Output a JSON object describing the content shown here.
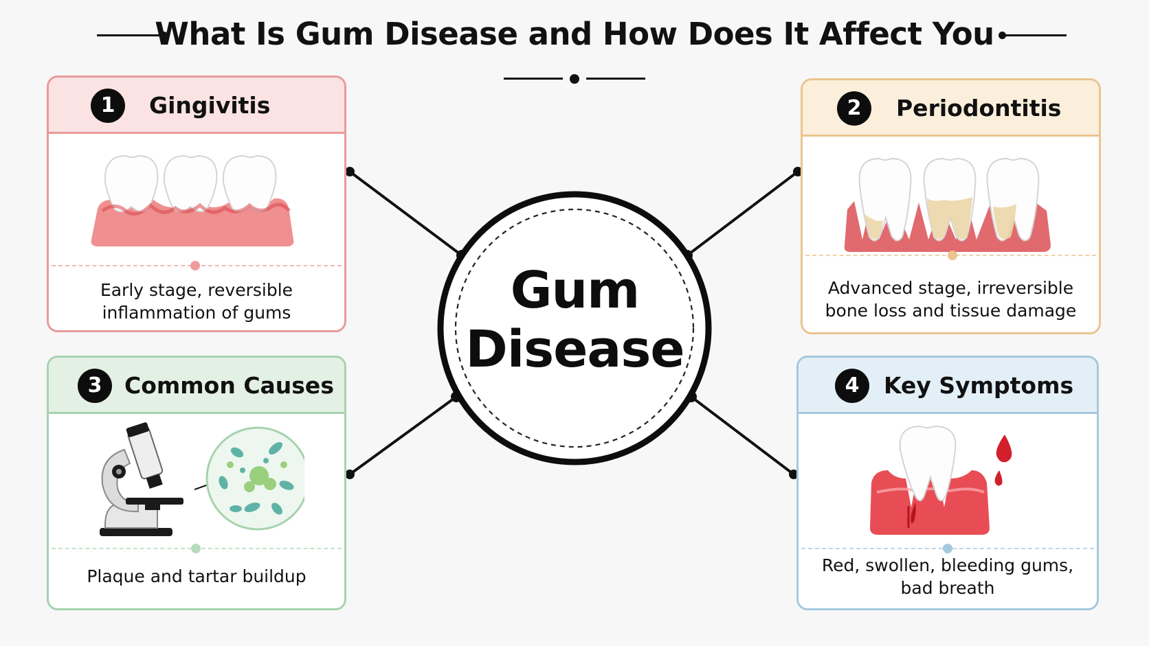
{
  "header": {
    "title": "What Is Gum Disease and How Does It Affect You"
  },
  "center": {
    "line1": "Gum",
    "line2": "Disease"
  },
  "cards": [
    {
      "number": "1",
      "title": "Gingivitis",
      "description_line1": "Early stage, reversible",
      "description_line2": "inflammation of gums",
      "accent": "#e89a9a",
      "header_bg": "#fbe3e3"
    },
    {
      "number": "2",
      "title": "Periodontitis",
      "description_line1": "Advanced stage, irreversible",
      "description_line2": "bone loss and tissue damage",
      "accent": "#ecc48f",
      "header_bg": "#fbefdc"
    },
    {
      "number": "3",
      "title": "Common Causes",
      "description_line1": "Plaque and tartar buildup",
      "description_line2": "",
      "accent": "#a6d3ae",
      "header_bg": "#e3f1e4"
    },
    {
      "number": "4",
      "title": "Key Symptoms",
      "description_line1": "Red, swollen, bleeding gums,",
      "description_line2": "bad breath",
      "accent": "#a4c9de",
      "header_bg": "#e3eff7"
    }
  ],
  "icons": {
    "card1": "teeth-gums-icon",
    "card2": "receding-gums-icon",
    "card3a": "microscope-icon",
    "card3b": "bacteria-icon",
    "card4": "bleeding-tooth-icon"
  },
  "colors": {
    "gum_pink": "#ef8f8f",
    "gum_red": "#d9454a",
    "tartar": "#ecd7a8",
    "bacteria_teal": "#5fb3a6",
    "blood": "#d1202c"
  }
}
